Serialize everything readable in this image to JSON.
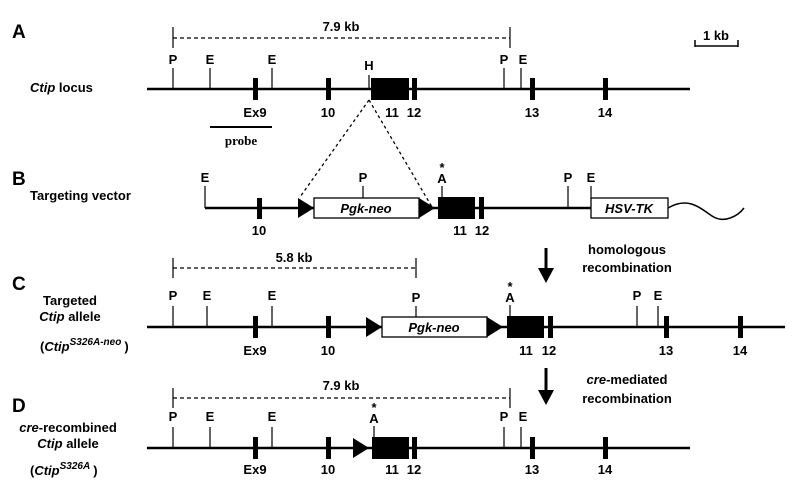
{
  "panels": {
    "a": {
      "letter": "A",
      "label": "locus",
      "label_gene": "Ctip",
      "distance": "7.9 kb",
      "scale_bar": "1 kb",
      "sites": [
        "P",
        "E",
        "E",
        "H",
        "P",
        "E"
      ],
      "exons": [
        "Ex9",
        "10",
        "11",
        "12",
        "13",
        "14"
      ],
      "probe": "probe"
    },
    "b": {
      "letter": "B",
      "label": "Targeting vector",
      "sites": [
        "E",
        "P",
        "A",
        "P",
        "E"
      ],
      "mutation_marker": "*",
      "cassette": "Pgk-neo",
      "tk": "HSV-TK",
      "exons": [
        "10",
        "11",
        "12"
      ]
    },
    "c": {
      "letter": "C",
      "label_line1": "Targeted",
      "label_line2_gene": "Ctip",
      "label_line2": "allele",
      "allele_open": "(",
      "allele_gene": "Ctip",
      "allele_super": "S326A-neo",
      "allele_close": ")",
      "distance": "5.8 kb",
      "sites": [
        "P",
        "E",
        "E",
        "P",
        "A",
        "P",
        "E"
      ],
      "mutation_marker": "*",
      "cassette": "Pgk-neo",
      "exons": [
        "Ex9",
        "10",
        "11",
        "12",
        "13",
        "14"
      ]
    },
    "d": {
      "letter": "D",
      "label_line1_gene": "cre",
      "label_line1": "-recombined",
      "label_line2_gene": "Ctip",
      "label_line2": "allele",
      "allele_open": "(",
      "allele_gene": "Ctip",
      "allele_super": "S326A",
      "allele_close": ")",
      "distance": "7.9 kb",
      "sites": [
        "P",
        "E",
        "E",
        "A",
        "P",
        "E"
      ],
      "mutation_marker": "*",
      "exons": [
        "Ex9",
        "10",
        "11",
        "12",
        "13",
        "14"
      ]
    }
  },
  "steps": {
    "homologous_line1": "homologous",
    "homologous_line2": "recombination",
    "cre_gene": "cre",
    "cre_line1": "-mediated",
    "cre_line2": "recombination"
  }
}
